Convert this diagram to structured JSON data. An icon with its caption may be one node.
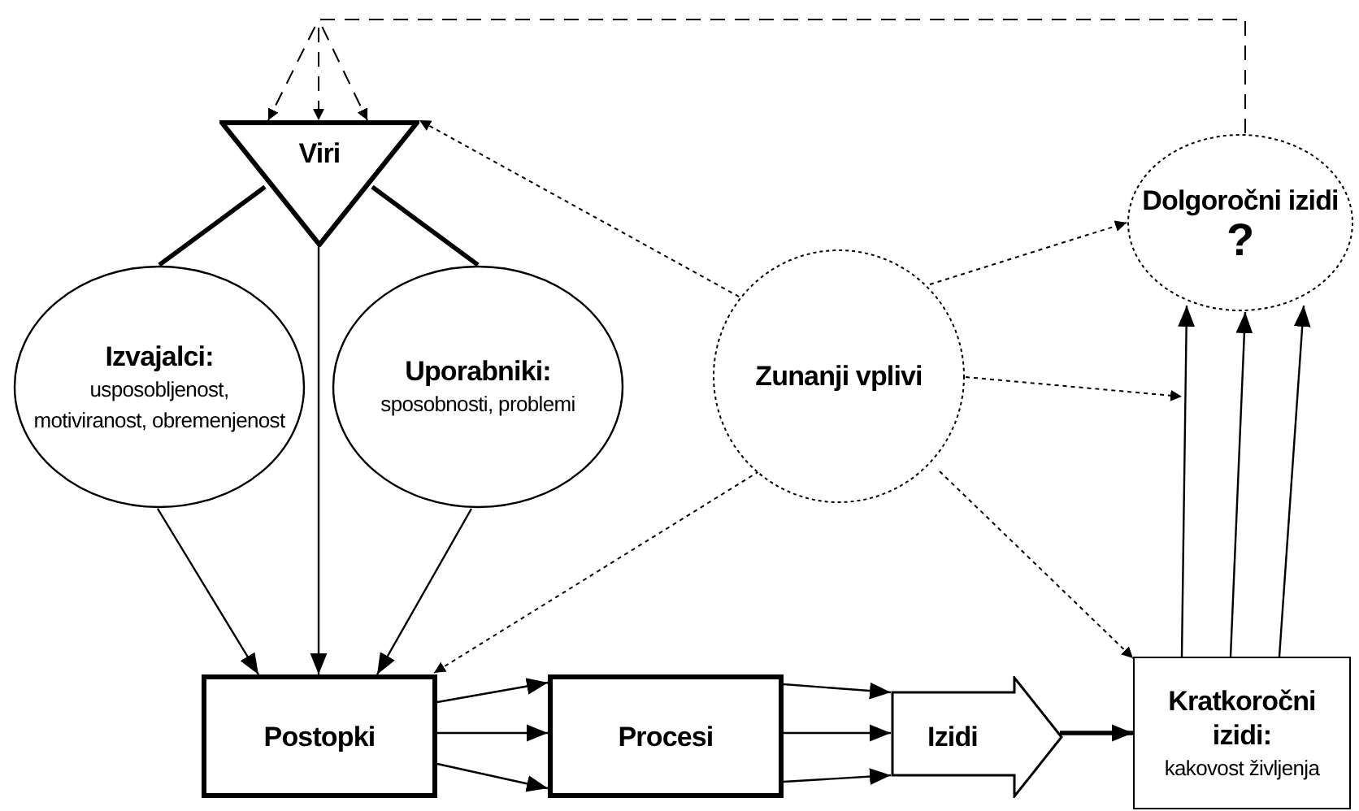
{
  "diagram": {
    "nodes": [
      {
        "text": [
          "Viri"
        ]
      },
      {
        "text": [
          "Izvajalci:",
          "usposobljenost, motiviranost, obremenjenost"
        ]
      },
      {
        "text": [
          "Uporabniki:",
          "sposobnosti, problemi"
        ]
      },
      {
        "text": [
          "Zunanji vplivi"
        ]
      },
      {
        "text": [
          "Dolgoročni izidi",
          "?"
        ]
      },
      {
        "text": [
          "Postopki"
        ]
      },
      {
        "text": [
          "Procesi"
        ]
      },
      {
        "text": [
          "Izidi"
        ]
      },
      {
        "text": [
          "Kratkoročni izidi:",
          "kakovost življenja"
        ]
      }
    ],
    "edges": [
      {
        "from": 0,
        "to": 1,
        "arrow": "none",
        "style": "thick"
      },
      {
        "from": 0,
        "to": 2,
        "arrow": "none",
        "style": "thick"
      },
      {
        "from": 0,
        "to": 5,
        "arrow": "to"
      },
      {
        "from": 1,
        "to": 5,
        "arrow": "to"
      },
      {
        "from": 2,
        "to": 5,
        "arrow": "to"
      },
      {
        "from": 3,
        "to": 0,
        "arrow": "to",
        "style": "dashed"
      },
      {
        "from": 3,
        "to": 4,
        "arrow": "to",
        "style": "dashed"
      },
      {
        "from": 3,
        "to": null,
        "arrow": "to",
        "style": "dashed"
      },
      {
        "from": 3,
        "to": 5,
        "arrow": "to",
        "style": "dashed"
      },
      {
        "from": 3,
        "to": 8,
        "arrow": "to",
        "style": "dashed"
      },
      {
        "from": 5,
        "to": 6,
        "arrow": "to"
      },
      {
        "from": 5,
        "to": 6,
        "arrow": "to"
      },
      {
        "from": 5,
        "to": 6,
        "arrow": "to"
      },
      {
        "from": 6,
        "to": 7,
        "arrow": "to"
      },
      {
        "from": 6,
        "to": 7,
        "arrow": "to"
      },
      {
        "from": 6,
        "to": 7,
        "arrow": "to"
      },
      {
        "from": 7,
        "to": 8,
        "arrow": "to",
        "style": "thick"
      },
      {
        "from": 8,
        "to": 4,
        "arrow": "to"
      },
      {
        "from": 8,
        "to": 4,
        "arrow": "to"
      },
      {
        "from": 8,
        "to": 4,
        "arrow": "to"
      },
      {
        "from": 4,
        "to": 0,
        "arrow": "to",
        "style": "dashed"
      },
      {
        "from": 4,
        "to": 0,
        "arrow": "to",
        "style": "dashed"
      },
      {
        "from": 4,
        "to": 0,
        "arrow": "to",
        "style": "dashed"
      }
    ]
  }
}
